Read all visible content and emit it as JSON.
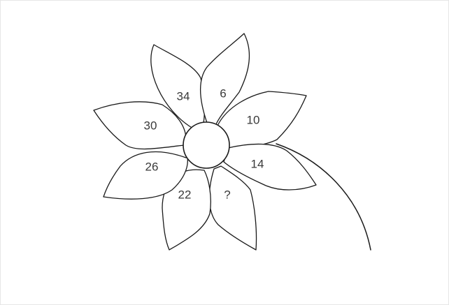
{
  "flower": {
    "petals": [
      {
        "id": "top-left",
        "label": "34"
      },
      {
        "id": "top-right",
        "label": "6"
      },
      {
        "id": "right-upper",
        "label": "10"
      },
      {
        "id": "right-lower",
        "label": "14"
      },
      {
        "id": "bottom-right",
        "label": "?"
      },
      {
        "id": "bottom-left",
        "label": "22"
      },
      {
        "id": "left-lower",
        "label": "26"
      },
      {
        "id": "left-upper",
        "label": "30"
      }
    ]
  },
  "colors": {
    "background": "#ffffff",
    "outline": "#1a1a1a",
    "text": "#3a3a3a"
  }
}
